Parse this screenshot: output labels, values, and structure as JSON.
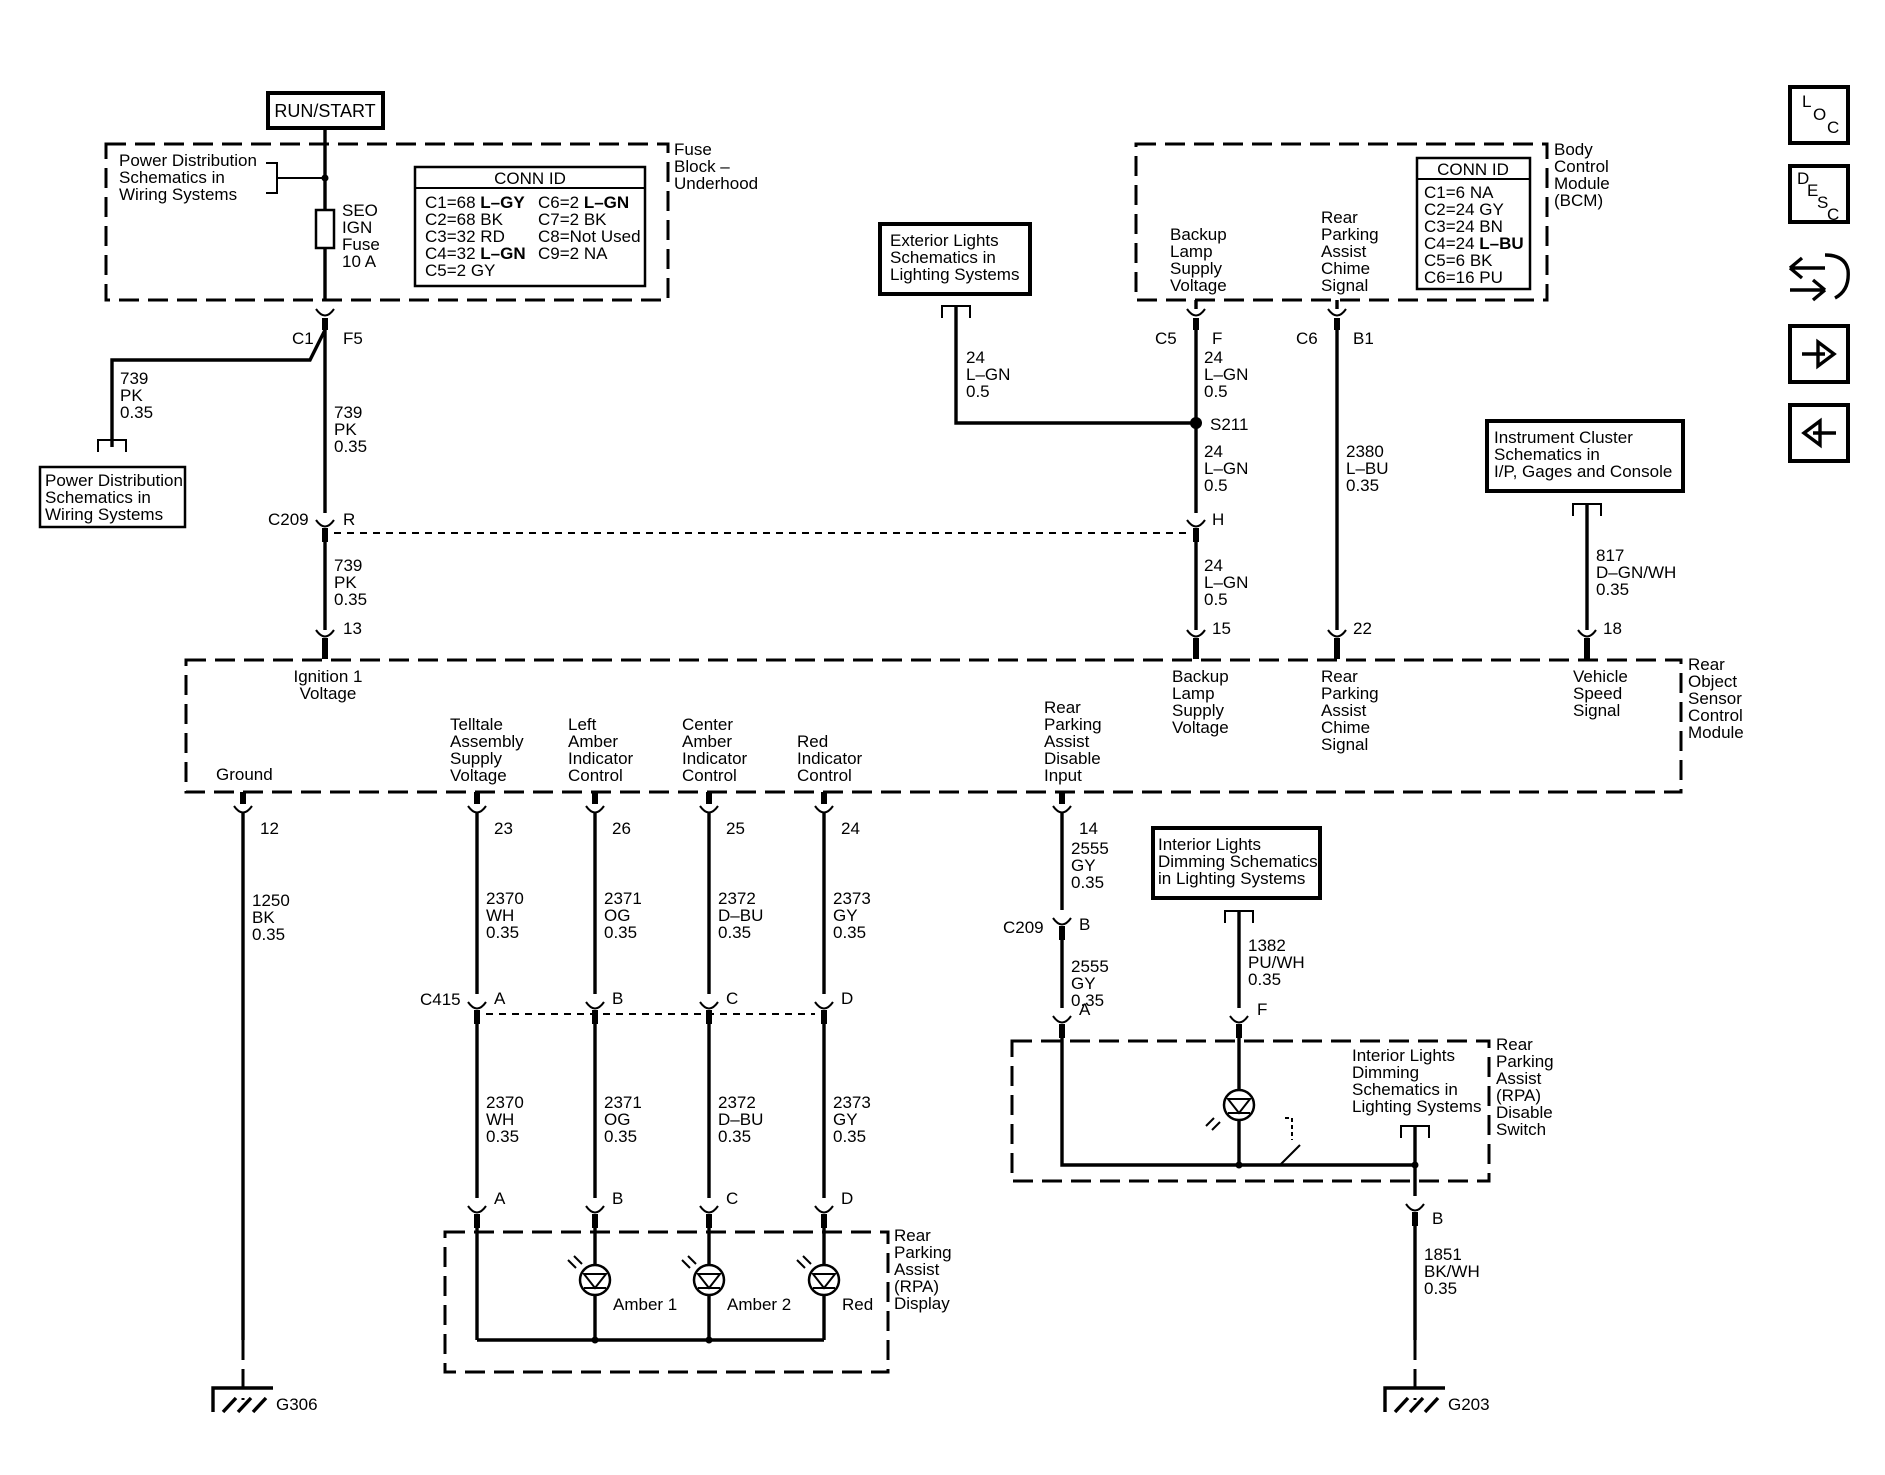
{
  "run_start": "RUN/START",
  "fuse_block": {
    "label": [
      "Fuse",
      "Block –",
      "Underhood"
    ],
    "power_dist_ref": [
      "Power Distribution",
      "Schematics in",
      "Wiring Systems"
    ],
    "fuse_label": [
      "SEO",
      "IGN",
      "Fuse",
      "10 A"
    ],
    "conn_id_title": "CONN ID",
    "conn_left": [
      {
        "pre": "C1=68 ",
        "bold": "L–GY"
      },
      {
        "pre": "C2=68 BK",
        "bold": ""
      },
      {
        "pre": "C3=32 RD",
        "bold": ""
      },
      {
        "pre": "C4=32 ",
        "bold": "L–GN"
      },
      {
        "pre": "C5=2 GY",
        "bold": ""
      }
    ],
    "conn_right": [
      {
        "pre": "C6=2 ",
        "bold": "L–GN"
      },
      {
        "pre": "C7=2 BK",
        "bold": ""
      },
      {
        "pre": "C8=Not Used",
        "bold": ""
      },
      {
        "pre": "C9=2 NA",
        "bold": ""
      }
    ]
  },
  "bcm": {
    "label": [
      "Body",
      "Control",
      "Module",
      "(BCM)"
    ],
    "backup_lamp": [
      "Backup",
      "Lamp",
      "Supply",
      "Voltage"
    ],
    "rpa_chime": [
      "Rear",
      "Parking",
      "Assist",
      "Chime",
      "Signal"
    ],
    "conn_id_title": "CONN ID",
    "conn": [
      {
        "pre": "C1=6 NA",
        "bold": ""
      },
      {
        "pre": "C2=24 GY",
        "bold": ""
      },
      {
        "pre": "C3=24 BN",
        "bold": ""
      },
      {
        "pre": "C4=24 ",
        "bold": "L–BU"
      },
      {
        "pre": "C5=6 BK",
        "bold": ""
      },
      {
        "pre": "C6=16 PU",
        "bold": ""
      }
    ]
  },
  "refs": {
    "power_dist_left": [
      "Power Distribution",
      "Schematics in",
      "Wiring Systems"
    ],
    "exterior_lights": [
      "Exterior Lights",
      "Schematics in",
      "Lighting Systems"
    ],
    "instrument_cluster": [
      "Instrument Cluster",
      "Schematics in",
      "I/P, Gages and Console"
    ],
    "interior_lights": [
      "Interior Lights",
      "Dimming Schematics",
      "in Lighting Systems"
    ],
    "interior_lights_switch": [
      "Interior Lights",
      "Dimming",
      "Schematics in",
      "Lighting Systems"
    ]
  },
  "connectors": {
    "c1": "C1",
    "f5": "F5",
    "c5": "C5",
    "f": "F",
    "c6": "C6",
    "b1": "B1",
    "c209": "C209",
    "r": "R",
    "h": "H",
    "s211": "S211",
    "c209b": "C209",
    "b": "B",
    "c415": "C415",
    "a": "A",
    "bb": "B",
    "c": "C",
    "d": "D",
    "pin_a": "A",
    "pin_f": "F",
    "pin_b": "B",
    "disp_a": "A",
    "disp_b": "B",
    "disp_c": "C",
    "disp_d": "D"
  },
  "wires": {
    "w739_branch": [
      "739",
      "PK",
      "0.35"
    ],
    "w739_a": [
      "739",
      "PK",
      "0.35"
    ],
    "w739_b": [
      "739",
      "PK",
      "0.35"
    ],
    "w24_ext": [
      "24",
      "L–GN",
      "0.5"
    ],
    "w24_a": [
      "24",
      "L–GN",
      "0.5"
    ],
    "w24_b": [
      "24",
      "L–GN",
      "0.5"
    ],
    "w24_c": [
      "24",
      "L–GN",
      "0.5"
    ],
    "w2380": [
      "2380",
      "L–BU",
      "0.35"
    ],
    "w817": [
      "817",
      "D–GN/WH",
      "0.35"
    ],
    "w1250": [
      "1250",
      "BK",
      "0.35"
    ],
    "w2370a": [
      "2370",
      "WH",
      "0.35"
    ],
    "w2371a": [
      "2371",
      "OG",
      "0.35"
    ],
    "w2372a": [
      "2372",
      "D–BU",
      "0.35"
    ],
    "w2373a": [
      "2373",
      "GY",
      "0.35"
    ],
    "w2370b": [
      "2370",
      "WH",
      "0.35"
    ],
    "w2371b": [
      "2371",
      "OG",
      "0.35"
    ],
    "w2372b": [
      "2372",
      "D–BU",
      "0.35"
    ],
    "w2373b": [
      "2373",
      "GY",
      "0.35"
    ],
    "w2555a": [
      "2555",
      "GY",
      "0.35"
    ],
    "w2555b": [
      "2555",
      "GY",
      "0.35"
    ],
    "w1382": [
      "1382",
      "PU/WH",
      "0.35"
    ],
    "w1851": [
      "1851",
      "BK/WH",
      "0.35"
    ]
  },
  "module": {
    "label": [
      "Rear",
      "Object",
      "Sensor",
      "Control",
      "Module"
    ],
    "pins_top": {
      "p13": "13",
      "p15": "15",
      "p22": "22",
      "p18": "18"
    },
    "ign1": [
      "Ignition 1",
      "Voltage"
    ],
    "backup": [
      "Backup",
      "Lamp",
      "Supply",
      "Voltage"
    ],
    "chime": [
      "Rear",
      "Parking",
      "Assist",
      "Chime",
      "Signal"
    ],
    "vss": [
      "Vehicle",
      "Speed",
      "Signal"
    ],
    "ground": "Ground",
    "telltale": [
      "Telltale",
      "Assembly",
      "Supply",
      "Voltage"
    ],
    "left_amber": [
      "Left",
      "Amber",
      "Indicator",
      "Control"
    ],
    "center_amber": [
      "Center",
      "Amber",
      "Indicator",
      "Control"
    ],
    "red_ind": [
      "Red",
      "Indicator",
      "Control"
    ],
    "rpa_disable": [
      "Rear",
      "Parking",
      "Assist",
      "Disable",
      "Input"
    ],
    "pins_bottom": {
      "p12": "12",
      "p23": "23",
      "p26": "26",
      "p25": "25",
      "p24": "24",
      "p14": "14"
    }
  },
  "rpa_display": {
    "label": [
      "Rear",
      "Parking",
      "Assist",
      "(RPA)",
      "Display"
    ],
    "amber1": "Amber 1",
    "amber2": "Amber 2",
    "red": "Red"
  },
  "rpa_switch": {
    "label": [
      "Rear",
      "Parking",
      "Assist",
      "(RPA)",
      "Disable",
      "Switch"
    ]
  },
  "grounds": {
    "g306": "G306",
    "g203": "G203"
  },
  "nav": {
    "loc": [
      "L",
      "O",
      "C"
    ],
    "desc": [
      "D",
      "E",
      "S",
      "C"
    ]
  }
}
